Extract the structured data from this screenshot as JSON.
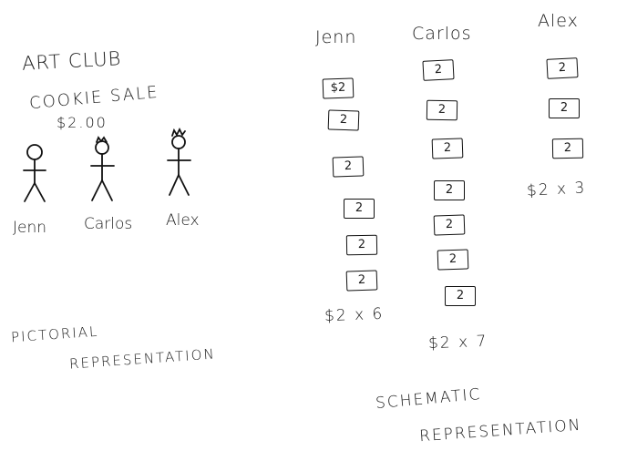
{
  "pictorial": {
    "club_title": "ART CLUB",
    "sale_title": "COOKIE SALE",
    "price": "$2.00",
    "people": [
      {
        "name": "Jenn"
      },
      {
        "name": "Carlos"
      },
      {
        "name": "Alex"
      }
    ],
    "caption_line1": "PICTORIAL",
    "caption_line2": "REPRESENTATION"
  },
  "schematic": {
    "columns": [
      {
        "name": "Jenn",
        "bill_label": "2",
        "bill_count": 6,
        "first_bill_label": "$2",
        "total": "$2 x 6"
      },
      {
        "name": "Carlos",
        "bill_label": "2",
        "bill_count": 7,
        "total": "$2 x 7"
      },
      {
        "name": "Alex",
        "bill_label": "2",
        "bill_count": 3,
        "total": "$2 x 3"
      }
    ],
    "caption_line1": "SCHEMATIC",
    "caption_line2": "REPRESENTATION"
  }
}
